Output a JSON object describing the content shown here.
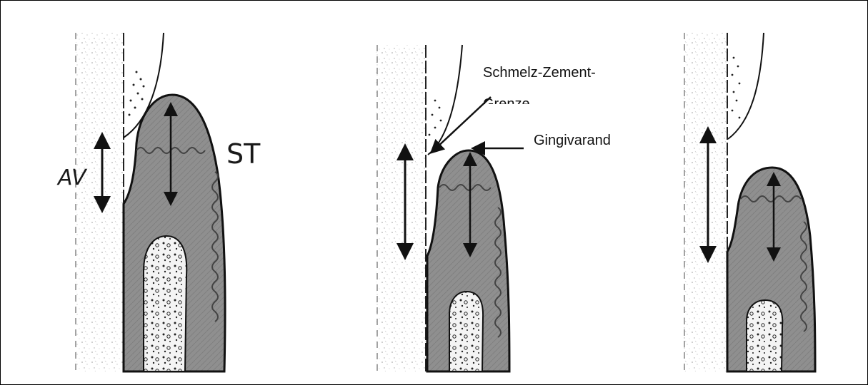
{
  "labels": {
    "av": "AV",
    "st": "ST",
    "cej": "Schmelz-Zement-",
    "cej_cont": "Grenze",
    "gingiva_margin": "Gingivarand"
  },
  "colors": {
    "tissue_fill": "#8c8c8c",
    "epithelium": "#5f5f5f",
    "bone_fill": "#f4f4f4",
    "stipple": "#9a9a9a",
    "ink": "#111111"
  }
}
